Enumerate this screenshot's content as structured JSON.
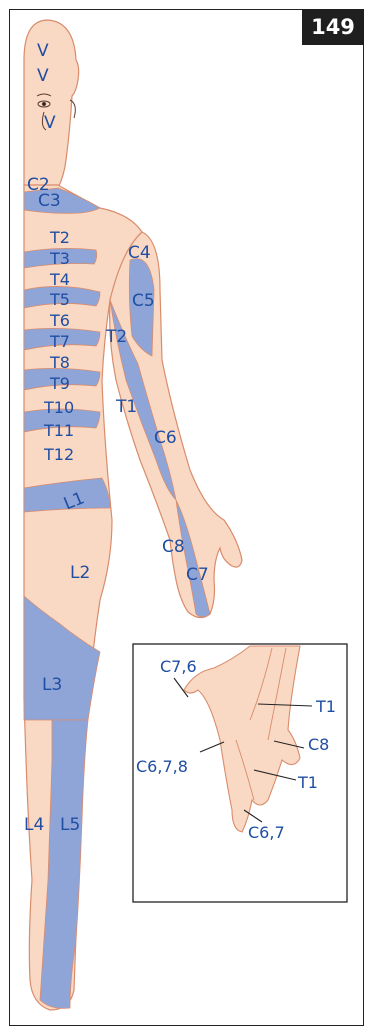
{
  "page_number": "149",
  "colors": {
    "skin": "#f9d9c4",
    "dermatome": "#8fa5d8",
    "outline": "#d98c6c",
    "label": "#1f4ea3",
    "tab": "#1f1f1f"
  },
  "figure": {
    "labels": {
      "v1": "V",
      "v2": "V",
      "v3": "V",
      "c2": "C2",
      "c3": "C3",
      "c4": "C4",
      "c5": "C5",
      "c6": "C6",
      "c7": "C7",
      "c8": "C8",
      "t1": "T1",
      "t2_arm": "T2",
      "t2": "T2",
      "t3": "T3",
      "t4": "T4",
      "t5": "T5",
      "t6": "T6",
      "t7": "T7",
      "t8": "T8",
      "t9": "T9",
      "t10": "T10",
      "t11": "T11",
      "t12": "T12",
      "l1": "L1",
      "l2": "L2",
      "l3": "L3",
      "l4": "L4",
      "l5": "L5"
    },
    "inset": {
      "c76": "C7,6",
      "t1_top": "T1",
      "c8": "C8",
      "c678": "C6,7,8",
      "t1_bottom": "T1",
      "c67": "C6,7"
    }
  }
}
